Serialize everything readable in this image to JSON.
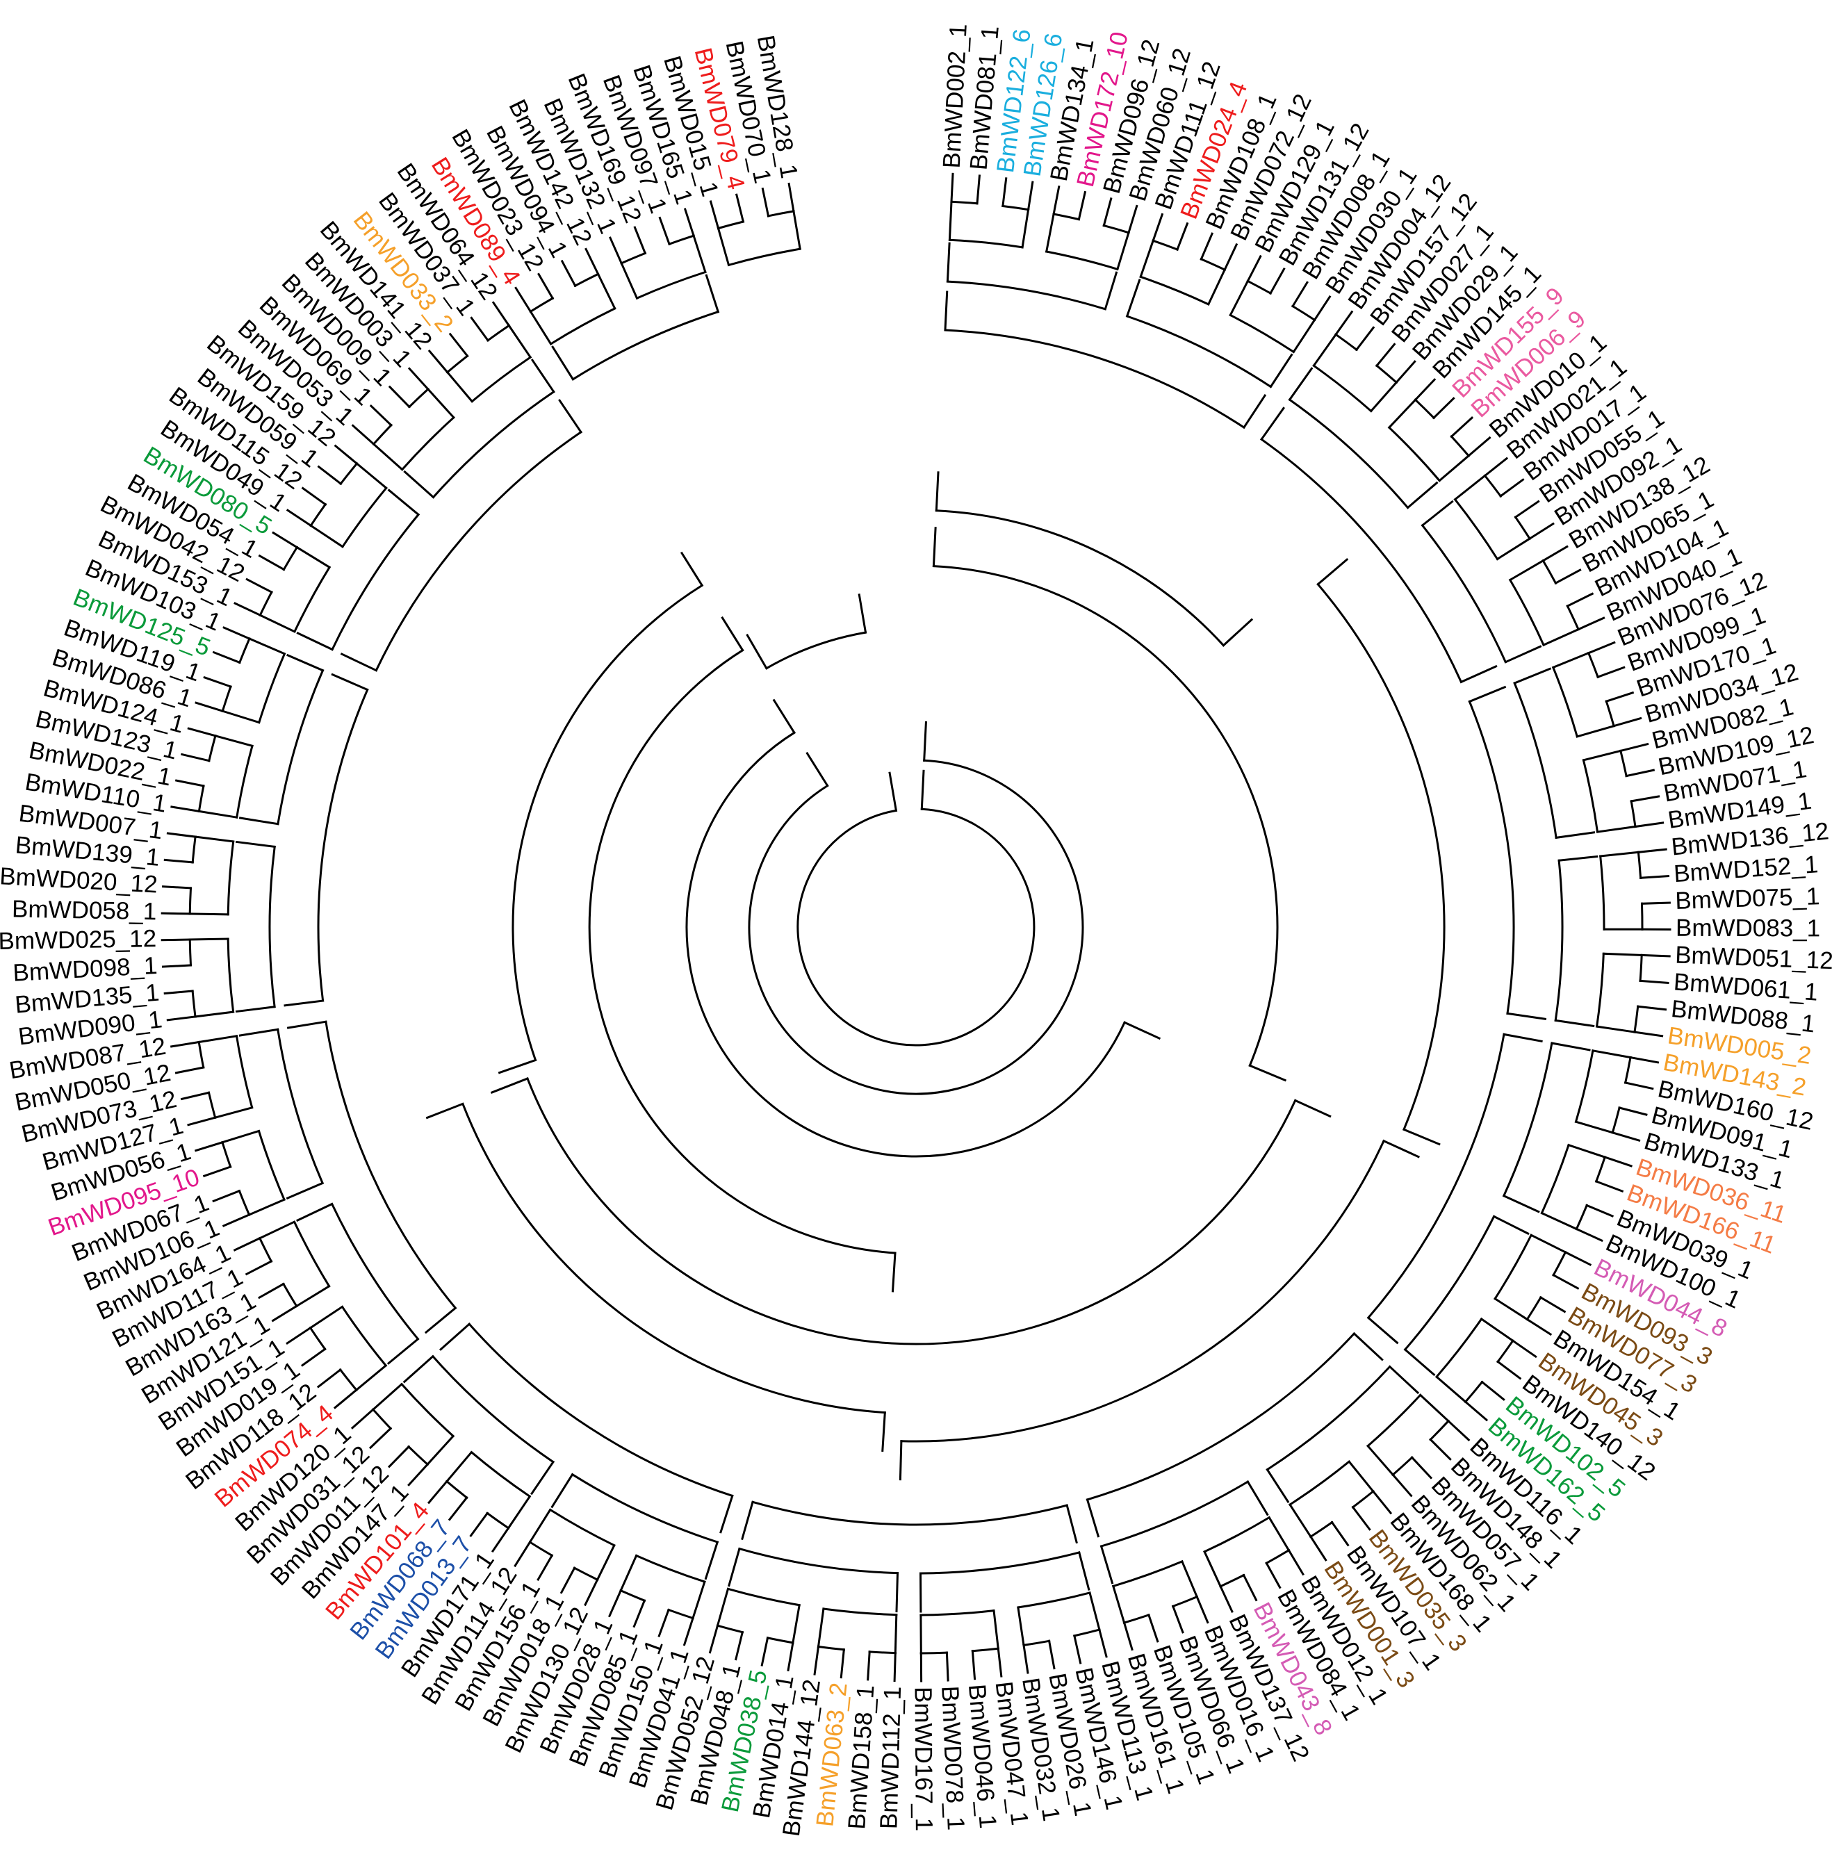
{
  "diagram": {
    "type": "circular-phylogenetic-tree",
    "colors": {
      "default": "#000000",
      "red": "#ee1c1c",
      "orange": "#f5a02a",
      "green": "#0a9a3a",
      "cyan": "#1aaede",
      "magenta": "#e2178b",
      "pink": "#ea5aa0",
      "coral": "#f47c46",
      "violet": "#d45bb4",
      "brown": "#7a4a14",
      "blue": "#1c4fa8"
    },
    "leaves": [
      {
        "label": "BmWD002_1",
        "color": "default"
      },
      {
        "label": "BmWD081_1",
        "color": "default"
      },
      {
        "label": "BmWD122_6",
        "color": "cyan"
      },
      {
        "label": "BmWD126_6",
        "color": "cyan"
      },
      {
        "label": "BmWD134_1",
        "color": "default"
      },
      {
        "label": "BmWD172_10",
        "color": "magenta"
      },
      {
        "label": "BmWD096_12",
        "color": "default"
      },
      {
        "label": "BmWD060_12",
        "color": "default"
      },
      {
        "label": "BmWD111_12",
        "color": "default"
      },
      {
        "label": "BmWD024_4",
        "color": "red"
      },
      {
        "label": "BmWD108_1",
        "color": "default"
      },
      {
        "label": "BmWD072_12",
        "color": "default"
      },
      {
        "label": "BmWD129_1",
        "color": "default"
      },
      {
        "label": "BmWD131_12",
        "color": "default"
      },
      {
        "label": "BmWD008_1",
        "color": "default"
      },
      {
        "label": "BmWD030_1",
        "color": "default"
      },
      {
        "label": "BmWD004_12",
        "color": "default"
      },
      {
        "label": "BmWD157_12",
        "color": "default"
      },
      {
        "label": "BmWD027_1",
        "color": "default"
      },
      {
        "label": "BmWD029_1",
        "color": "default"
      },
      {
        "label": "BmWD145_1",
        "color": "default"
      },
      {
        "label": "BmWD155_9",
        "color": "pink"
      },
      {
        "label": "BmWD006_9",
        "color": "pink"
      },
      {
        "label": "BmWD010_1",
        "color": "default"
      },
      {
        "label": "BmWD021_1",
        "color": "default"
      },
      {
        "label": "BmWD017_1",
        "color": "default"
      },
      {
        "label": "BmWD055_1",
        "color": "default"
      },
      {
        "label": "BmWD092_1",
        "color": "default"
      },
      {
        "label": "BmWD138_12",
        "color": "default"
      },
      {
        "label": "BmWD065_1",
        "color": "default"
      },
      {
        "label": "BmWD104_1",
        "color": "default"
      },
      {
        "label": "BmWD040_1",
        "color": "default"
      },
      {
        "label": "BmWD076_12",
        "color": "default"
      },
      {
        "label": "BmWD099_1",
        "color": "default"
      },
      {
        "label": "BmWD170_1",
        "color": "default"
      },
      {
        "label": "BmWD034_12",
        "color": "default"
      },
      {
        "label": "BmWD082_1",
        "color": "default"
      },
      {
        "label": "BmWD109_12",
        "color": "default"
      },
      {
        "label": "BmWD071_1",
        "color": "default"
      },
      {
        "label": "BmWD149_1",
        "color": "default"
      },
      {
        "label": "BmWD136_12",
        "color": "default"
      },
      {
        "label": "BmWD152_1",
        "color": "default"
      },
      {
        "label": "BmWD075_1",
        "color": "default"
      },
      {
        "label": "BmWD083_1",
        "color": "default"
      },
      {
        "label": "BmWD051_12",
        "color": "default"
      },
      {
        "label": "BmWD061_1",
        "color": "default"
      },
      {
        "label": "BmWD088_1",
        "color": "default"
      },
      {
        "label": "BmWD005_2",
        "color": "orange"
      },
      {
        "label": "BmWD143_2",
        "color": "orange"
      },
      {
        "label": "BmWD160_12",
        "color": "default"
      },
      {
        "label": "BmWD091_1",
        "color": "default"
      },
      {
        "label": "BmWD133_1",
        "color": "default"
      },
      {
        "label": "BmWD036_11",
        "color": "coral"
      },
      {
        "label": "BmWD166_11",
        "color": "coral"
      },
      {
        "label": "BmWD039_1",
        "color": "default"
      },
      {
        "label": "BmWD100_1",
        "color": "default"
      },
      {
        "label": "BmWD044_8",
        "color": "violet"
      },
      {
        "label": "BmWD093_3",
        "color": "brown"
      },
      {
        "label": "BmWD077_3",
        "color": "brown"
      },
      {
        "label": "BmWD154_1",
        "color": "default"
      },
      {
        "label": "BmWD045_3",
        "color": "brown"
      },
      {
        "label": "BmWD140_12",
        "color": "default"
      },
      {
        "label": "BmWD102_5",
        "color": "green"
      },
      {
        "label": "BmWD162_5",
        "color": "green"
      },
      {
        "label": "BmWD116_1",
        "color": "default"
      },
      {
        "label": "BmWD148_1",
        "color": "default"
      },
      {
        "label": "BmWD057_1",
        "color": "default"
      },
      {
        "label": "BmWD062_1",
        "color": "default"
      },
      {
        "label": "BmWD168_1",
        "color": "default"
      },
      {
        "label": "BmWD035_3",
        "color": "brown"
      },
      {
        "label": "BmWD107_1",
        "color": "default"
      },
      {
        "label": "BmWD001_3",
        "color": "brown"
      },
      {
        "label": "BmWD012_1",
        "color": "default"
      },
      {
        "label": "BmWD084_1",
        "color": "default"
      },
      {
        "label": "BmWD043_8",
        "color": "violet"
      },
      {
        "label": "BmWD137_12",
        "color": "default"
      },
      {
        "label": "BmWD016_1",
        "color": "default"
      },
      {
        "label": "BmWD066_1",
        "color": "default"
      },
      {
        "label": "BmWD105_1",
        "color": "default"
      },
      {
        "label": "BmWD161_1",
        "color": "default"
      },
      {
        "label": "BmWD113_1",
        "color": "default"
      },
      {
        "label": "BmWD146_1",
        "color": "default"
      },
      {
        "label": "BmWD026_1",
        "color": "default"
      },
      {
        "label": "BmWD032_1",
        "color": "default"
      },
      {
        "label": "BmWD047_1",
        "color": "default"
      },
      {
        "label": "BmWD046_1",
        "color": "default"
      },
      {
        "label": "BmWD078_1",
        "color": "default"
      },
      {
        "label": "BmWD167_1",
        "color": "default"
      },
      {
        "label": "BmWD112_1",
        "color": "default"
      },
      {
        "label": "BmWD158_1",
        "color": "default"
      },
      {
        "label": "BmWD063_2",
        "color": "orange"
      },
      {
        "label": "BmWD144_12",
        "color": "default"
      },
      {
        "label": "BmWD014_1",
        "color": "default"
      },
      {
        "label": "BmWD038_5",
        "color": "green"
      },
      {
        "label": "BmWD048_1",
        "color": "default"
      },
      {
        "label": "BmWD052_12",
        "color": "default"
      },
      {
        "label": "BmWD041_1",
        "color": "default"
      },
      {
        "label": "BmWD150_1",
        "color": "default"
      },
      {
        "label": "BmWD085_1",
        "color": "default"
      },
      {
        "label": "BmWD028_1",
        "color": "default"
      },
      {
        "label": "BmWD130_12",
        "color": "default"
      },
      {
        "label": "BmWD018_1",
        "color": "default"
      },
      {
        "label": "BmWD156_1",
        "color": "default"
      },
      {
        "label": "BmWD114_12",
        "color": "default"
      },
      {
        "label": "BmWD171_1",
        "color": "default"
      },
      {
        "label": "BmWD013_7",
        "color": "blue"
      },
      {
        "label": "BmWD068_7",
        "color": "blue"
      },
      {
        "label": "BmWD101_4",
        "color": "red"
      },
      {
        "label": "BmWD147_1",
        "color": "default"
      },
      {
        "label": "BmWD011_12",
        "color": "default"
      },
      {
        "label": "BmWD031_12",
        "color": "default"
      },
      {
        "label": "BmWD120_1",
        "color": "default"
      },
      {
        "label": "BmWD074_4",
        "color": "red"
      },
      {
        "label": "BmWD118_12",
        "color": "default"
      },
      {
        "label": "BmWD019_1",
        "color": "default"
      },
      {
        "label": "BmWD151_1",
        "color": "default"
      },
      {
        "label": "BmWD121_1",
        "color": "default"
      },
      {
        "label": "BmWD163_1",
        "color": "default"
      },
      {
        "label": "BmWD117_1",
        "color": "default"
      },
      {
        "label": "BmWD164_1",
        "color": "default"
      },
      {
        "label": "BmWD106_1",
        "color": "default"
      },
      {
        "label": "BmWD067_1",
        "color": "default"
      },
      {
        "label": "BmWD095_10",
        "color": "magenta"
      },
      {
        "label": "BmWD056_1",
        "color": "default"
      },
      {
        "label": "BmWD127_1",
        "color": "default"
      },
      {
        "label": "BmWD073_12",
        "color": "default"
      },
      {
        "label": "BmWD050_12",
        "color": "default"
      },
      {
        "label": "BmWD087_12",
        "color": "default"
      },
      {
        "label": "BmWD090_1",
        "color": "default"
      },
      {
        "label": "BmWD135_1",
        "color": "default"
      },
      {
        "label": "BmWD098_1",
        "color": "default"
      },
      {
        "label": "BmWD025_12",
        "color": "default"
      },
      {
        "label": "BmWD058_1",
        "color": "default"
      },
      {
        "label": "BmWD020_12",
        "color": "default"
      },
      {
        "label": "BmWD139_1",
        "color": "default"
      },
      {
        "label": "BmWD007_1",
        "color": "default"
      },
      {
        "label": "BmWD110_1",
        "color": "default"
      },
      {
        "label": "BmWD022_1",
        "color": "default"
      },
      {
        "label": "BmWD123_1",
        "color": "default"
      },
      {
        "label": "BmWD124_1",
        "color": "default"
      },
      {
        "label": "BmWD086_1",
        "color": "default"
      },
      {
        "label": "BmWD119_1",
        "color": "default"
      },
      {
        "label": "BmWD125_5",
        "color": "green"
      },
      {
        "label": "BmWD103_1",
        "color": "default"
      },
      {
        "label": "BmWD153_1",
        "color": "default"
      },
      {
        "label": "BmWD042_12",
        "color": "default"
      },
      {
        "label": "BmWD054_1",
        "color": "default"
      },
      {
        "label": "BmWD080_5",
        "color": "green"
      },
      {
        "label": "BmWD049_1",
        "color": "default"
      },
      {
        "label": "BmWD115_12",
        "color": "default"
      },
      {
        "label": "BmWD059_1",
        "color": "default"
      },
      {
        "label": "BmWD159_12",
        "color": "default"
      },
      {
        "label": "BmWD053_1",
        "color": "default"
      },
      {
        "label": "BmWD069_1",
        "color": "default"
      },
      {
        "label": "BmWD009_1",
        "color": "default"
      },
      {
        "label": "BmWD003_1",
        "color": "default"
      },
      {
        "label": "BmWD141_12",
        "color": "default"
      },
      {
        "label": "BmWD033_2",
        "color": "orange"
      },
      {
        "label": "BmWD037_1",
        "color": "default"
      },
      {
        "label": "BmWD064_12",
        "color": "default"
      },
      {
        "label": "BmWD089_4",
        "color": "red"
      },
      {
        "label": "BmWD023_12",
        "color": "default"
      },
      {
        "label": "BmWD094_1",
        "color": "default"
      },
      {
        "label": "BmWD142_12",
        "color": "default"
      },
      {
        "label": "BmWD132_1",
        "color": "default"
      },
      {
        "label": "BmWD169_12",
        "color": "default"
      },
      {
        "label": "BmWD097_1",
        "color": "default"
      },
      {
        "label": "BmWD165_1",
        "color": "default"
      },
      {
        "label": "BmWD015_1",
        "color": "default"
      },
      {
        "label": "BmWD079_4",
        "color": "red"
      },
      {
        "label": "BmWD070_1",
        "color": "default"
      },
      {
        "label": "BmWD128_1",
        "color": "default"
      }
    ]
  }
}
